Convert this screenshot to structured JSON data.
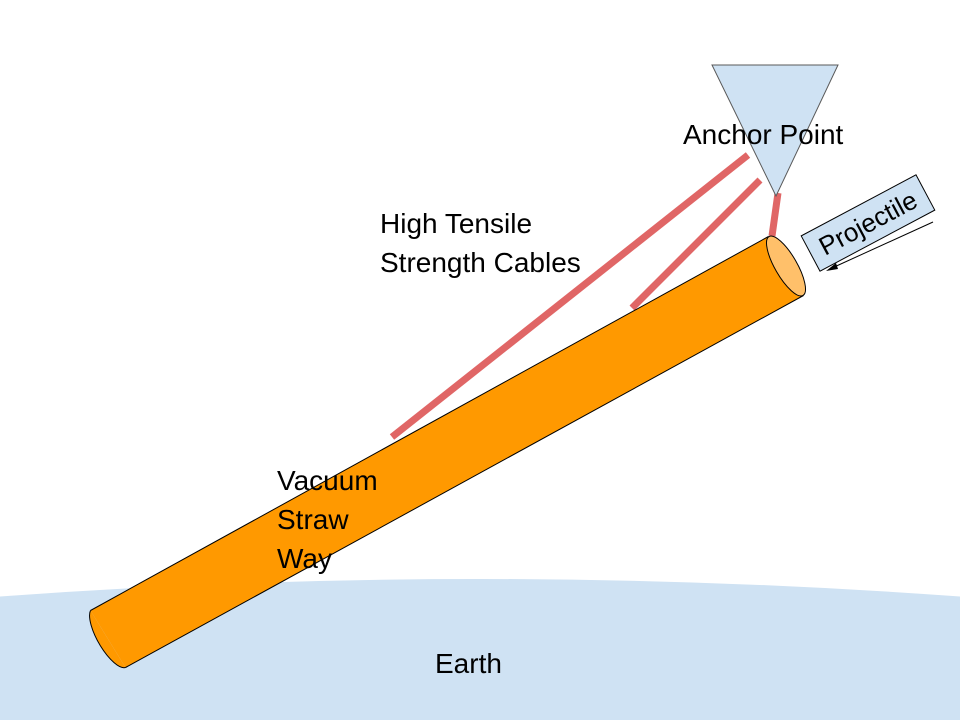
{
  "colors": {
    "earth": "#cfe2f3",
    "straw_fill": "#ff9900",
    "straw_outline": "#000000",
    "straw_end": "#ffc06a",
    "cable": "#e06666",
    "anchor": "#cfe2f3",
    "projectile_box": "#cfe2f3"
  },
  "labels": {
    "anchor_point": "Anchor Point",
    "cables_line1": "High Tensile",
    "cables_line2": "Strength Cables",
    "straw_line1": "Vacuum",
    "straw_line2": "Straw",
    "straw_line3": "Way",
    "projectile": "Projectile",
    "earth": "Earth"
  }
}
